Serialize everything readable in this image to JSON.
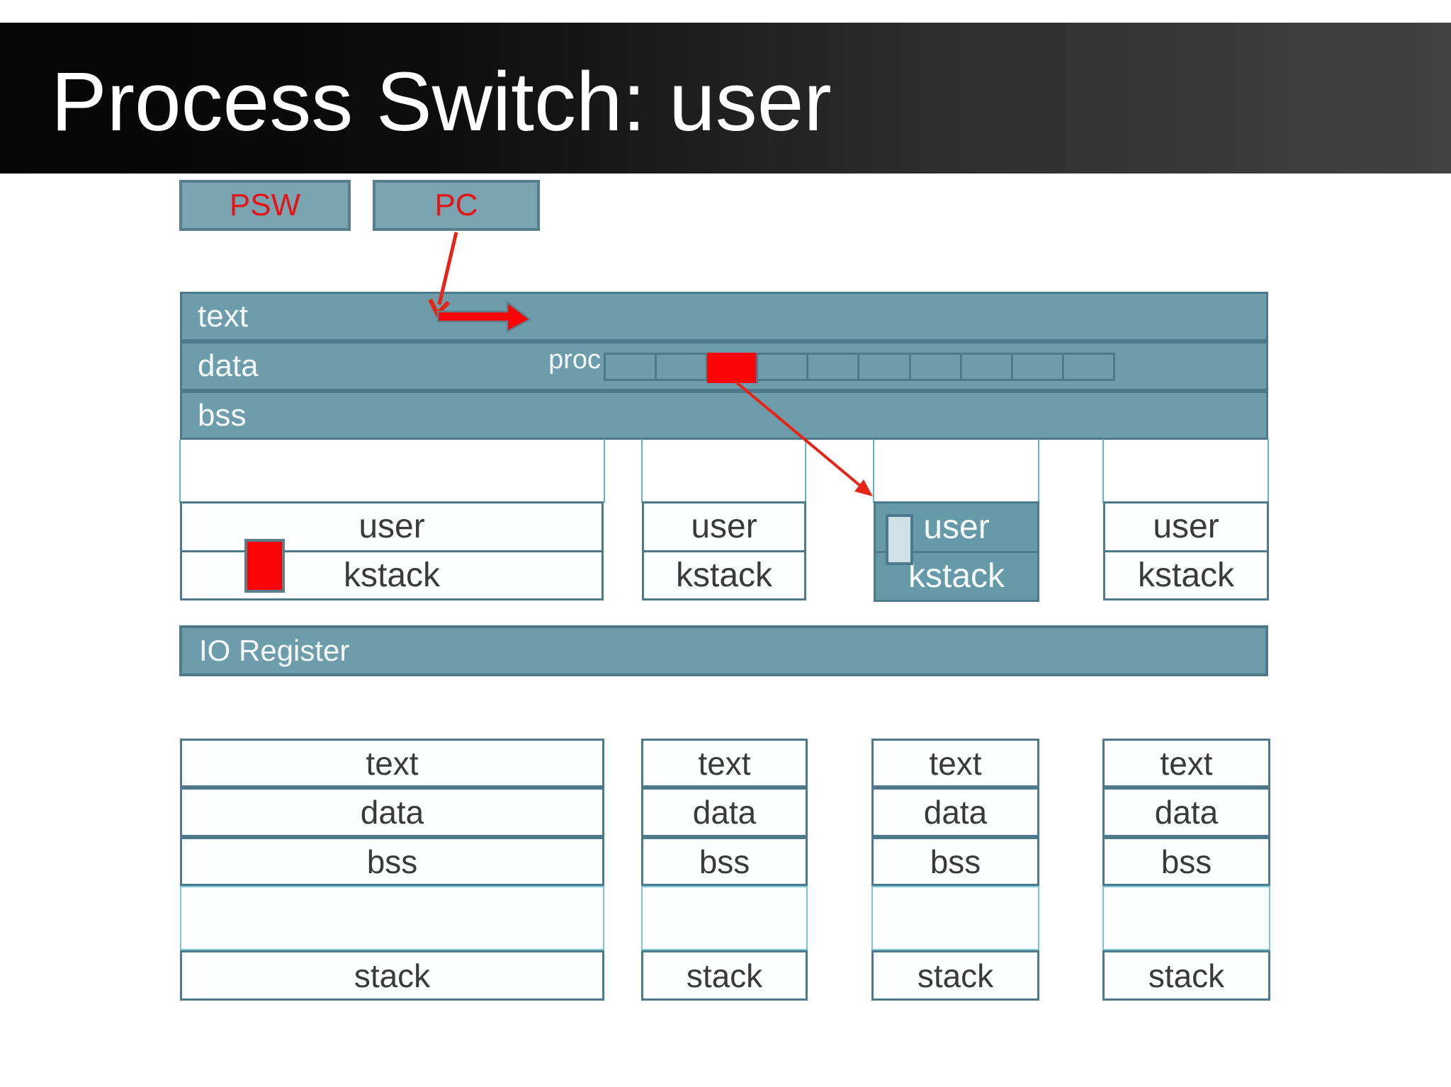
{
  "slide": {
    "title": "Process Switch: user"
  },
  "registers": {
    "psw": "PSW",
    "pc": "PC"
  },
  "kernel": {
    "segments": {
      "text": "text",
      "data": "data",
      "bss": "bss"
    },
    "proc_label": "proc",
    "proc_table": {
      "cell_count": 10,
      "active_cell_index": 2
    }
  },
  "process_slots": [
    {
      "user": "user",
      "kstack": "kstack",
      "highlighted": false,
      "red_marker": true
    },
    {
      "user": "user",
      "kstack": "kstack",
      "highlighted": false
    },
    {
      "user": "user",
      "kstack": "kstack",
      "highlighted": true,
      "tab_marker": true
    },
    {
      "user": "user",
      "kstack": "kstack",
      "highlighted": false
    }
  ],
  "io": {
    "label": "IO Register"
  },
  "memory_maps": [
    {
      "rows": [
        "text",
        "data",
        "bss",
        "",
        "stack"
      ]
    },
    {
      "rows": [
        "text",
        "data",
        "bss",
        "",
        "stack"
      ]
    },
    {
      "rows": [
        "text",
        "data",
        "bss",
        "",
        "stack"
      ]
    },
    {
      "rows": [
        "text",
        "data",
        "bss",
        "",
        "stack"
      ]
    }
  ],
  "colors": {
    "teal_fill": "#6d9dab",
    "register_fill": "#7ba4b1",
    "highlight_fill": "#679aa9",
    "box_border": "#4d7a8b",
    "thin_line": "#5fb7c9",
    "red_block": "#fa0505",
    "red_text": "#e41418",
    "red_arrow": "#e62417",
    "banner_left": "#050505",
    "banner_right": "#424242",
    "tab_fill": "#cfe0e6"
  }
}
